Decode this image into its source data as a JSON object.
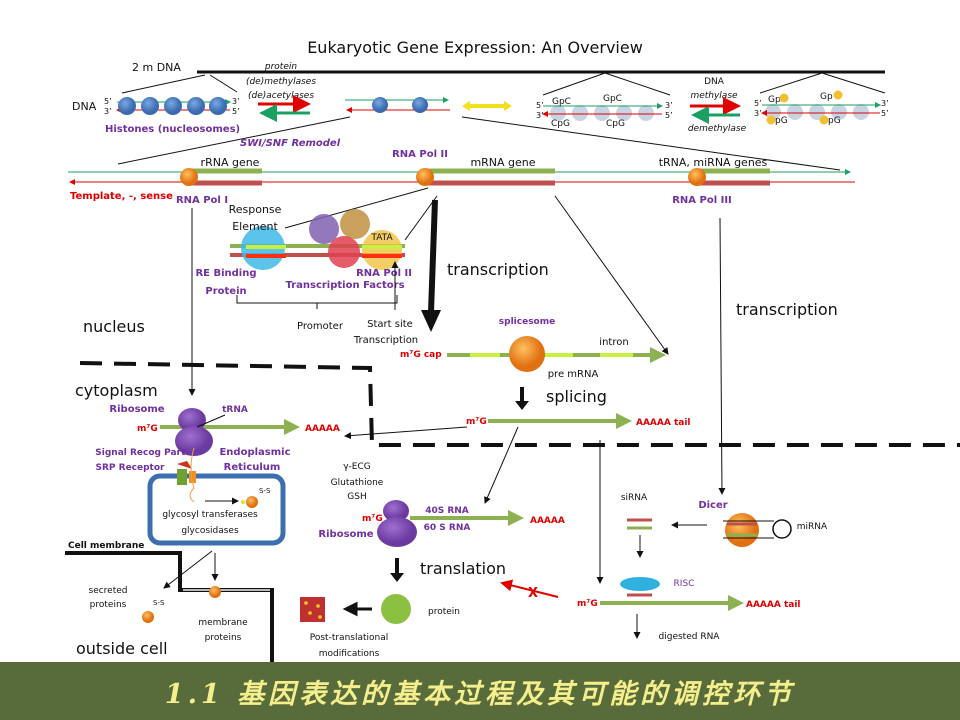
{
  "title": "Eukaryotic Gene Expression: An Overview",
  "chromatin": {
    "dna_length": "2 m DNA",
    "dna_label": "DNA",
    "five_prime": "5’",
    "three_prime": "3’",
    "histones": "Histones (nucleosomes)",
    "enzyme_line1": "protein",
    "enzyme_line2": "(de)methylases",
    "enzyme_line3": "(de)acetylases",
    "remodel": "SWI/SNF Remodel"
  },
  "methylation": {
    "gpc": "GpC",
    "cpg": "CpG",
    "gp": "Gp",
    "pg": "pG",
    "dna": "DNA",
    "methylase": "methylase",
    "demethylase": "demethylase"
  },
  "genes": {
    "rrna": "rRNA gene",
    "mrna": "mRNA gene",
    "trna": "tRNA, miRNA genes",
    "template": "Template, -, sense",
    "pol1": "RNA Pol I",
    "pol2": "RNA Pol II",
    "pol3": "RNA Pol III"
  },
  "promoter": {
    "response1": "Response",
    "response2": "Element",
    "tata": "TATA",
    "re_binding1": "RE Binding",
    "re_binding2": "Protein",
    "pol2": "RNA Pol II",
    "tfs": "Transcription Factors",
    "promoter": "Promoter",
    "start1": "Start site",
    "start2": "Transcription"
  },
  "processes": {
    "transcription": "transcription",
    "transcription2": "transcription",
    "splicing": "splicing",
    "translation": "translation"
  },
  "compartments": {
    "nucleus": "nucleus",
    "cytoplasm": "cytoplasm",
    "outside": "outside cell",
    "membrane": "Cell membrane"
  },
  "splicing": {
    "cap": "m⁷G cap",
    "splicesome": "splicesome",
    "intron": "intron",
    "pre_mrna": "pre mRNA",
    "m7g": "m⁷G",
    "tail": "AAAAA tail"
  },
  "er": {
    "ribosome": "Ribosome",
    "trna": "tRNA",
    "m7g": "m⁷G",
    "polya": "AAAAA",
    "srp1": "Signal Recog Part.",
    "srp2": "SRP Receptor",
    "er1": "Endoplasmic",
    "er2": "Reticulum",
    "glyco1": "glycosyl transferases",
    "glyco2": "glycosidases",
    "ss": "S-S",
    "secreted1": "secreted",
    "secreted2": "proteins",
    "membrane1": "membrane",
    "membrane2": "proteins"
  },
  "cytosol": {
    "gecg": "γ-ECG",
    "glutathione": "Glutathione",
    "gsh": "GSH",
    "m7g": "m⁷G",
    "ribosome": "Ribosome",
    "s40": "40S RNA",
    "s60": "60 S RNA",
    "polya": "AAAAA",
    "protein": "protein",
    "ptm1": "Post-translational",
    "ptm2": "modifications",
    "x": "X"
  },
  "rnai": {
    "sirna": "siRNA",
    "dicer": "Dicer",
    "mirna": "miRNA",
    "risc": "RISC",
    "m7g": "m⁷G",
    "tail": "AAAAA tail",
    "digested": "digested RNA"
  },
  "footer": "1.1 基因表达的基本过程及其可能的调控环节",
  "colors": {
    "purple": "#7030a0",
    "red": "#e00000",
    "green": "#8db050",
    "histone": "#4a7fc0",
    "footer_bg": "#586b3a",
    "footer_text": "#f4ef8c"
  }
}
